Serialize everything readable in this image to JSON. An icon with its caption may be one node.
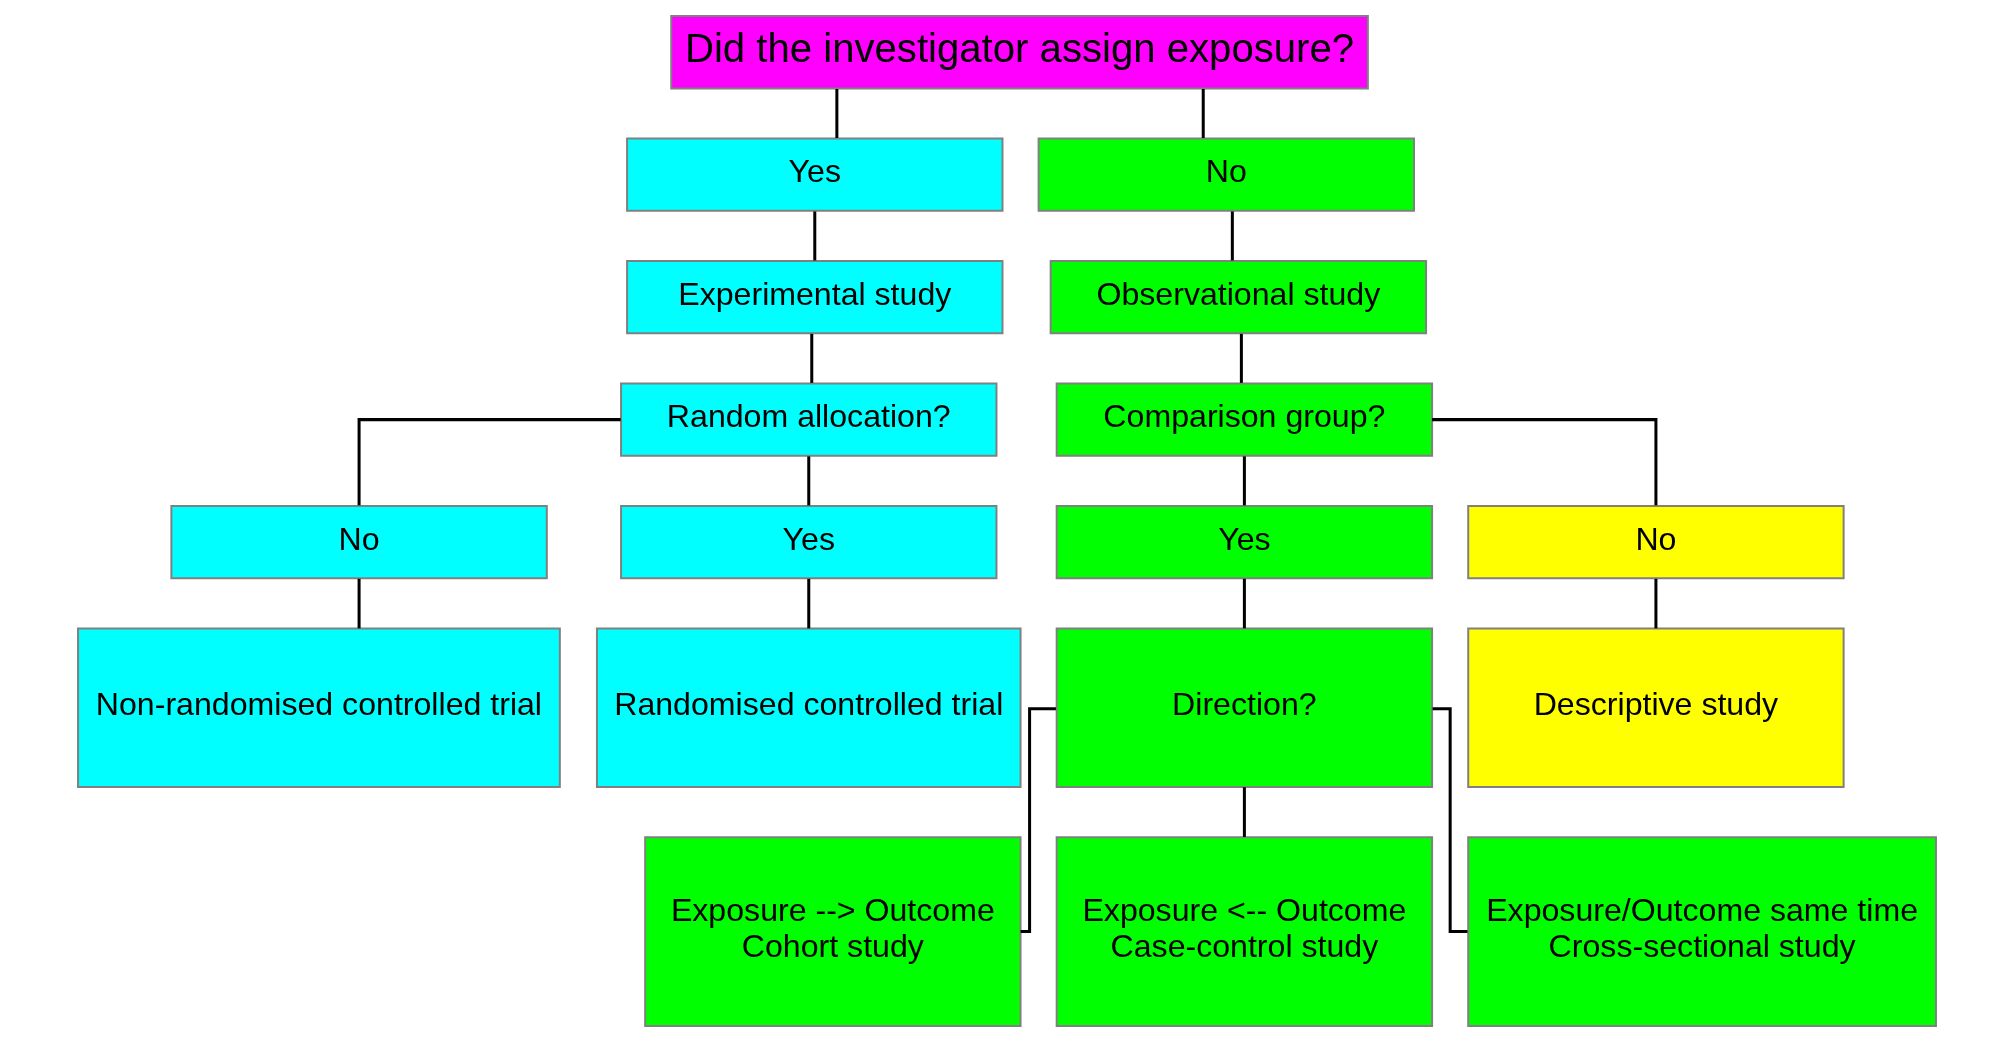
{
  "diagram": {
    "nodes": [
      {
        "text": [
          "Did the investigator assign exposure?"
        ]
      },
      {
        "text": [
          "Yes"
        ]
      },
      {
        "text": [
          "No"
        ]
      },
      {
        "text": [
          "Experimental study"
        ]
      },
      {
        "text": [
          "Observational study"
        ]
      },
      {
        "text": [
          "Random allocation?"
        ]
      },
      {
        "text": [
          "Comparison group?"
        ]
      },
      {
        "text": [
          "No"
        ]
      },
      {
        "text": [
          "Yes"
        ]
      },
      {
        "text": [
          "Yes"
        ]
      },
      {
        "text": [
          "No"
        ]
      },
      {
        "text": [
          "Non-randomised controlled trial"
        ]
      },
      {
        "text": [
          "Randomised controlled trial"
        ]
      },
      {
        "text": [
          "Direction?"
        ]
      },
      {
        "text": [
          "Descriptive study"
        ]
      },
      {
        "text": [
          "Exposure --> Outcome",
          "Cohort study"
        ]
      },
      {
        "text": [
          "Exposure <-- Outcome",
          "Case-control study"
        ]
      },
      {
        "text": [
          "Exposure/Outcome same time",
          "Cross-sectional study"
        ]
      }
    ],
    "edges": [
      {
        "from": 0,
        "to": 1,
        "arrow": "none"
      },
      {
        "from": 0,
        "to": 2,
        "arrow": "none"
      },
      {
        "from": 1,
        "to": 3,
        "arrow": "none"
      },
      {
        "from": 2,
        "to": 4,
        "arrow": "none"
      },
      {
        "from": 3,
        "to": 5,
        "arrow": "none"
      },
      {
        "from": 4,
        "to": 6,
        "arrow": "none"
      },
      {
        "from": 5,
        "to": 7,
        "arrow": "none"
      },
      {
        "from": 5,
        "to": 8,
        "arrow": "none"
      },
      {
        "from": 6,
        "to": 9,
        "arrow": "none"
      },
      {
        "from": 6,
        "to": 10,
        "arrow": "none"
      },
      {
        "from": 7,
        "to": 11,
        "arrow": "none"
      },
      {
        "from": 8,
        "to": 12,
        "arrow": "none"
      },
      {
        "from": 9,
        "to": 13,
        "arrow": "none"
      },
      {
        "from": 10,
        "to": 14,
        "arrow": "none"
      },
      {
        "from": 13,
        "to": 15,
        "arrow": "none"
      },
      {
        "from": 13,
        "to": 16,
        "arrow": "none"
      },
      {
        "from": 13,
        "to": 17,
        "arrow": "none"
      }
    ]
  }
}
